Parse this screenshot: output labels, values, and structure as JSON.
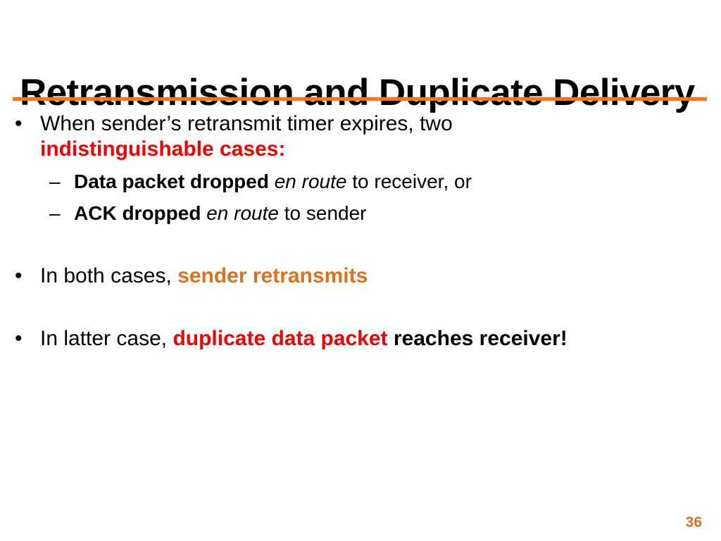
{
  "slide": {
    "title": "Retransmission and Duplicate Delivery",
    "page_number": "36",
    "colors": {
      "rule": "#F2761E",
      "accent_orange": "#E0711C",
      "highlight_red": "#F40000",
      "text": "#000000",
      "background": "#FFFFFF"
    },
    "bullets": [
      {
        "marker": "•",
        "line1_plain": "When sender’s retransmit timer expires, two",
        "line2_red": "indistinguishable cases:",
        "subbullets": [
          {
            "marker": "–",
            "bold": "Data packet dropped",
            "italic": "en route",
            "plain": "to receiver, or"
          },
          {
            "marker": "–",
            "bold": "ACK dropped",
            "italic": "en route",
            "plain": "to sender"
          }
        ]
      },
      {
        "marker": "•",
        "plain": "In both cases,",
        "orange": "sender retransmits"
      },
      {
        "marker": "•",
        "plain": "In latter case,",
        "red": "duplicate data packet",
        "bold_tail": "reaches receiver!"
      }
    ]
  }
}
